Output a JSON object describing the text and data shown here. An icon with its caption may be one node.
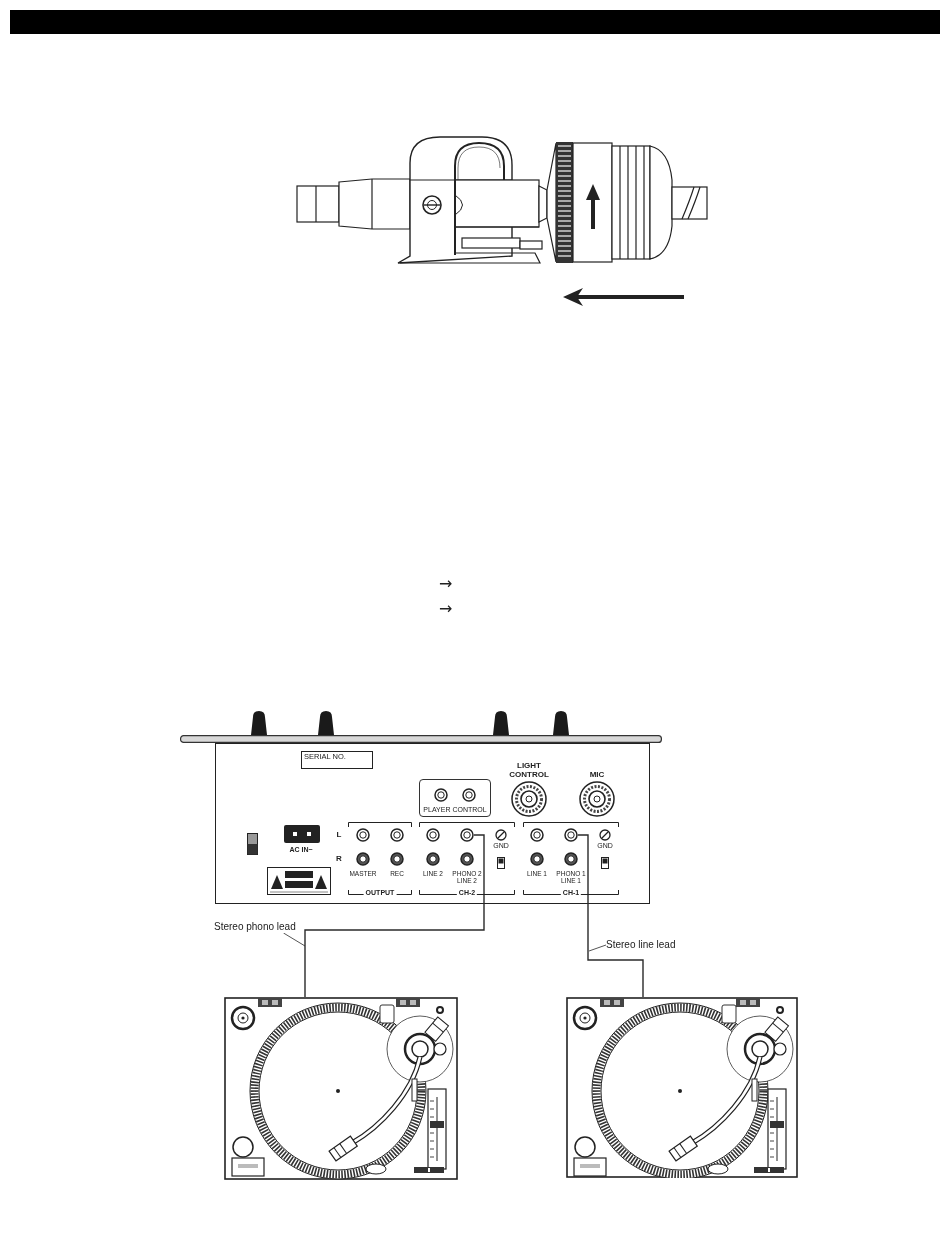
{
  "diagram": {
    "nodes": [
      {
        "text": [],
        "shape": "picture"
      },
      {
        "text": [],
        "shape": "circle",
        "in": 0
      },
      {
        "text": [],
        "shape": "circle",
        "in": 0
      },
      {
        "text": [
          "Stereo phono lead"
        ]
      },
      {
        "text": [
          "Stereo line lead"
        ]
      },
      {
        "text": [],
        "shape": "picture"
      },
      {
        "text": [],
        "shape": "picture"
      }
    ],
    "edges": [
      {
        "from": 1,
        "to": 5,
        "arrow": "none"
      },
      {
        "from": 2,
        "to": 6,
        "arrow": "none"
      },
      {
        "from": 3,
        "to": null,
        "arrow": "none"
      },
      {
        "from": 4,
        "to": null,
        "arrow": "none"
      }
    ],
    "labels": [
      "→",
      "→",
      "SERIAL NO.",
      "LIGHT CONTROL",
      "MIC",
      "PLAYER CONTROL",
      "L",
      "AC IN~",
      "R",
      "MASTER",
      "REC",
      "OUTPUT",
      "LINE 2",
      "PHONO 2 LINE 2",
      "GND",
      "CH-2",
      "LINE 1",
      "PHONO 1 LINE 1",
      "GND",
      "CH-1"
    ]
  }
}
